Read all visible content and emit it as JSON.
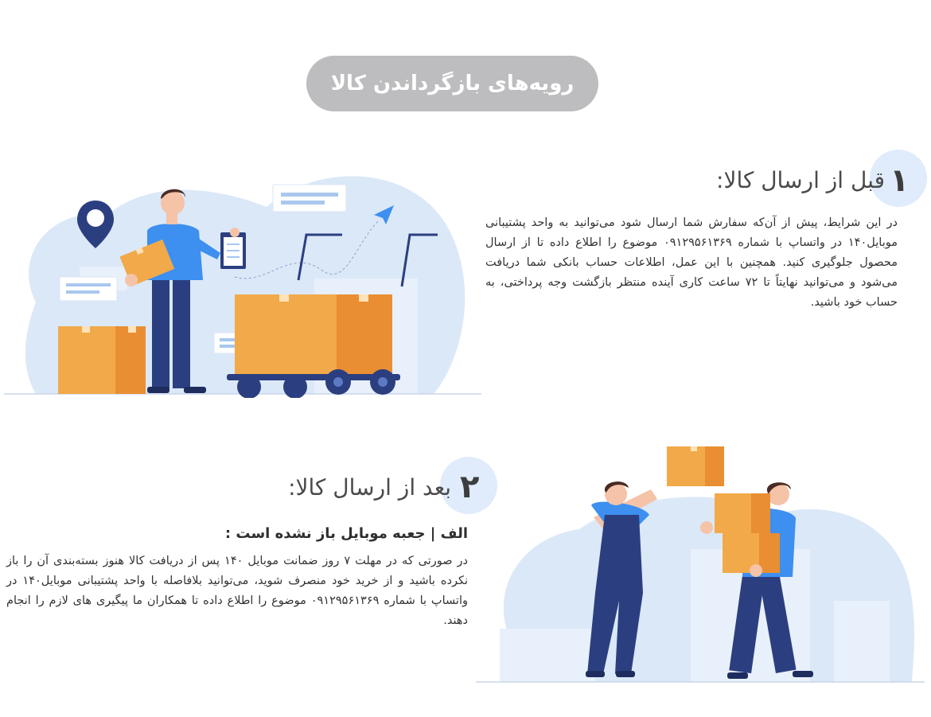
{
  "page_title": "رویه‌های بازگرداندن کالا",
  "step1": {
    "number": "۱",
    "heading": "قبل از ارسال کالا:",
    "text": "در این شرایط، پیش از آن‌که سفارش شما ارسال شود می‌توانید به واحد پشتیبانی موبایل۱۴۰ در واتساپ با شماره ۰۹۱۲۹۵۶۱۳۶۹ موضوع را اطلاع داده تا از ارسال محصول جلوگیری کنید. همچنین با این عمل، اطلاعات حساب بانکی شما دریافت می‌شود و می‌توانید نهایتاً تا ۷۲ ساعت کاری آینده منتظر بازگشت وجه پرداختی، به حساب خود باشید."
  },
  "step2": {
    "number": "۲",
    "heading": "بعد از ارسال کالا:",
    "subheading": "الف | جعبه موبایل باز نشده است :",
    "text": "در صورتی که در مهلت ۷ روز ضمانت موبایل ۱۴۰ پس از دریافت کالا هنوز بسته‌بندی آن را باز نکرده باشید و از خرید خود منصرف شوید، می‌توانید بلافاصله با واحد پشتیبانی موبایل۱۴۰ در واتساپ با شماره ۰۹۱۲۹۵۶۱۳۶۹ موضوع را اطلاع داده تا همکاران ما پیگیری های لازم را انجام دهند."
  },
  "colors": {
    "title_pill": "#bdbdbf",
    "number_circle": "#e0ecfb",
    "illustration_bg": "#dbe8f8",
    "box_orange": "#f2a94a",
    "box_dark_orange": "#e98e32",
    "navy": "#2b3f80",
    "shirt_blue": "#3d8ff0"
  },
  "icons": {
    "illustration1": "delivery-worker-with-cart-illustration",
    "illustration2": "movers-lifting-boxes-illustration"
  }
}
